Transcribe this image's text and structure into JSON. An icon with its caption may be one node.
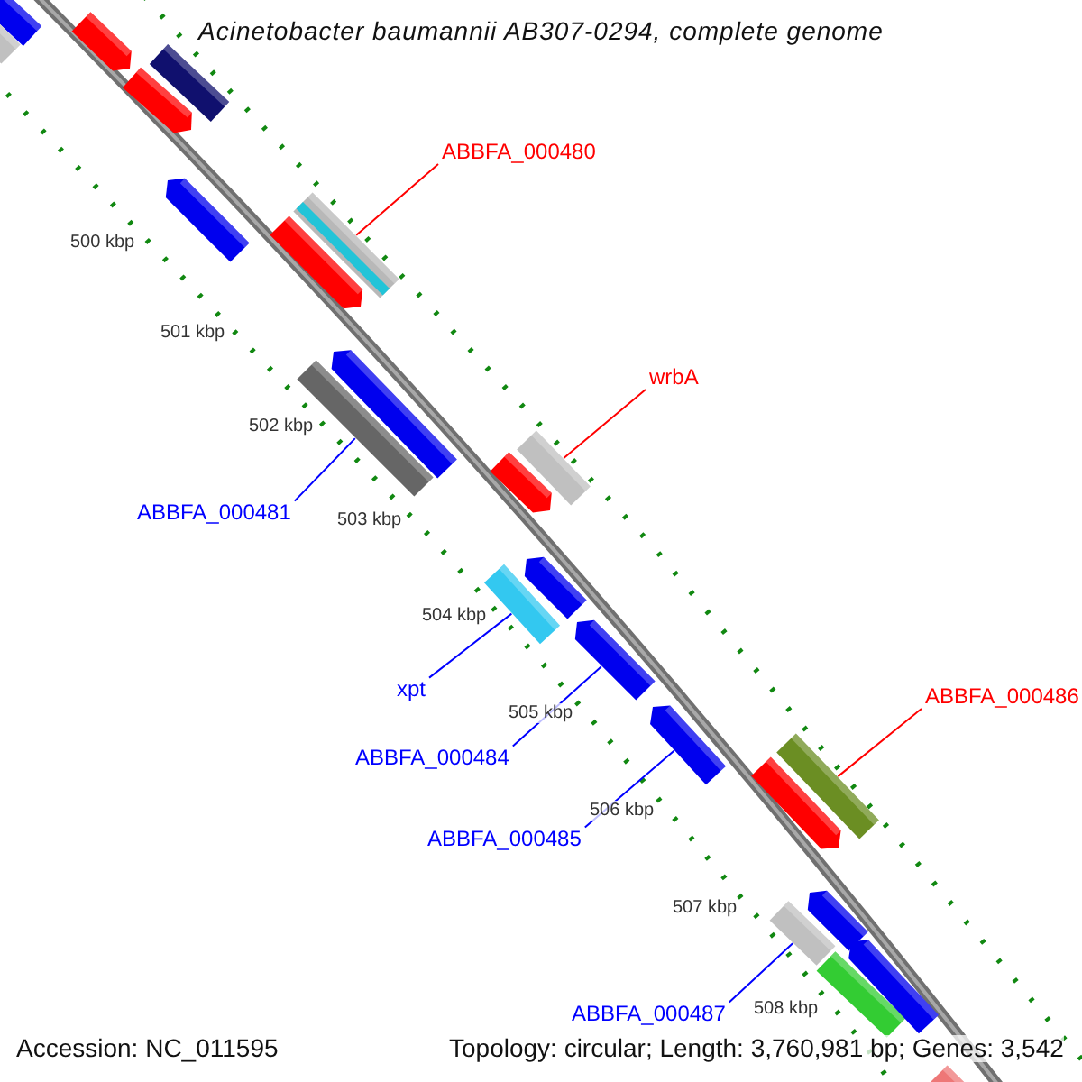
{
  "diagram": {
    "title": "Acinetobacter baumannii AB307-0294, complete genome",
    "nodes": [
      {
        "text": [
          "ABBFA_000480"
        ]
      },
      {
        "text": [
          "wrbA"
        ]
      },
      {
        "text": [
          "ABBFA_000481"
        ]
      },
      {
        "text": [
          "xpt"
        ]
      },
      {
        "text": [
          "ABBFA_000484"
        ]
      },
      {
        "text": [
          "ABBFA_000485"
        ]
      },
      {
        "text": [
          "ABBFA_000486"
        ]
      },
      {
        "text": [
          "ABBFA_000487"
        ]
      },
      {
        "text": [],
        "shape": "bar"
      },
      {
        "text": [],
        "shape": "bar"
      },
      {
        "text": [],
        "shape": "arrow"
      },
      {
        "text": [],
        "shape": "bar"
      },
      {
        "text": [],
        "shape": "arrow"
      },
      {
        "text": [],
        "shape": "arrow"
      },
      {
        "text": [],
        "shape": "bar"
      },
      {
        "text": [],
        "shape": "arrow"
      },
      {
        "text": [],
        "shape": "arrow"
      },
      {
        "text": [],
        "shape": "bar"
      },
      {
        "text": [],
        "shape": "bar"
      },
      {
        "text": [],
        "shape": "arrow"
      },
      {
        "text": [],
        "shape": "arrow"
      },
      {
        "text": [],
        "shape": "bar"
      },
      {
        "text": [],
        "shape": "arrow"
      },
      {
        "text": [],
        "shape": "arrow"
      },
      {
        "text": [],
        "shape": "bar"
      },
      {
        "text": [],
        "shape": "arrow"
      },
      {
        "text": [],
        "shape": "arrow"
      },
      {
        "text": [],
        "shape": "bar"
      },
      {
        "text": [],
        "shape": "bar"
      },
      {
        "text": [],
        "shape": "arrow"
      },
      {
        "text": [],
        "shape": "bar"
      }
    ],
    "edges": [
      {
        "from": 0,
        "to": 14,
        "arrow": "none",
        "color": "#ff0000"
      },
      {
        "from": 1,
        "to": 18,
        "arrow": "none",
        "color": "#ff0000"
      },
      {
        "from": 2,
        "to": 17,
        "arrow": "none"
      },
      {
        "from": 3,
        "to": 21,
        "arrow": "none"
      },
      {
        "from": 4,
        "to": 22,
        "arrow": "none"
      },
      {
        "from": 5,
        "to": 23,
        "arrow": "none"
      },
      {
        "from": 6,
        "to": 24,
        "arrow": "none",
        "color": "#ff0000"
      },
      {
        "from": 7,
        "to": 27,
        "arrow": "none"
      }
    ],
    "labels": [
      "500 kbp",
      "501 kbp",
      "502 kbp",
      "503 kbp",
      "504 kbp",
      "505 kbp",
      "506 kbp",
      "507 kbp",
      "508 kbp",
      "Accession: NC_011595",
      "Topology: circular; Length: 3,760,981 bp; Genes: 3,542"
    ]
  }
}
